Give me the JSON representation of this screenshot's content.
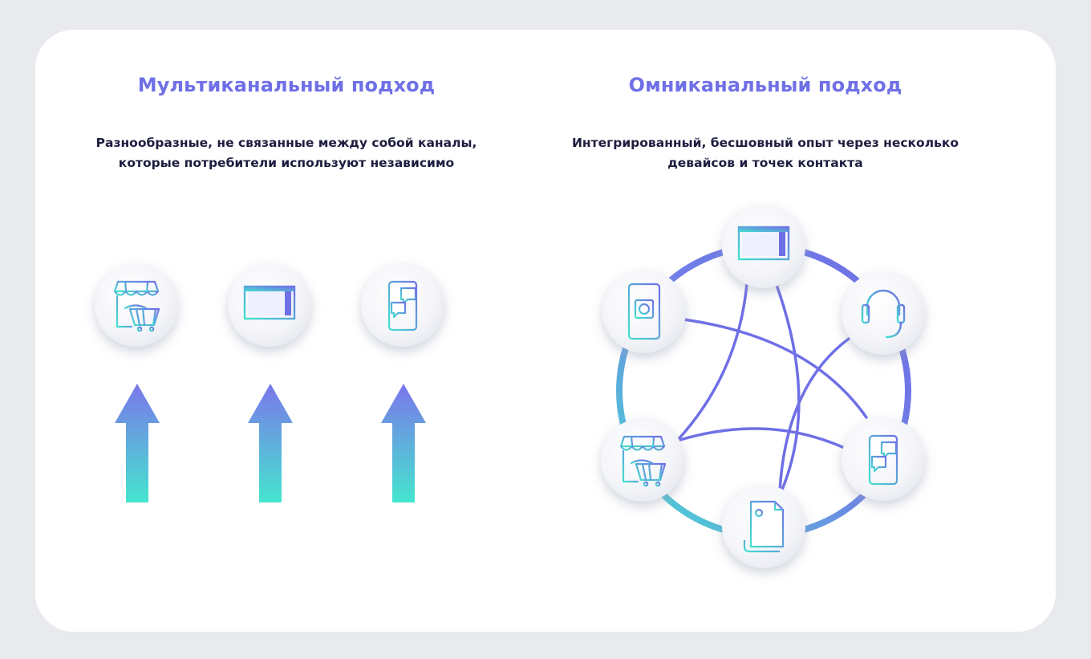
{
  "multichannel": {
    "title": "Мультиканальный подход",
    "description_lines": [
      "Разнообразные, не связанные между собой каналы,",
      "которые потребители используют независимо"
    ],
    "channels": [
      "store-icon",
      "monitor-icon",
      "phone-chat-icon"
    ]
  },
  "omnichannel": {
    "title": "Омниканальный подход",
    "description_lines": [
      "Интегрированный, бесшовный опыт через несколько",
      "девайсов и точек контакта"
    ],
    "channels": [
      "monitor-icon",
      "headset-icon",
      "phone-chat-icon",
      "document-icon",
      "store-icon",
      "phone-camera-icon"
    ]
  },
  "colors": {
    "accent_purple": "#6f6fe6",
    "accent_teal": "#45e0cf",
    "text_dark": "#1d1d3f",
    "card_bg": "#ffffff",
    "page_bg": "#e8eaee"
  }
}
